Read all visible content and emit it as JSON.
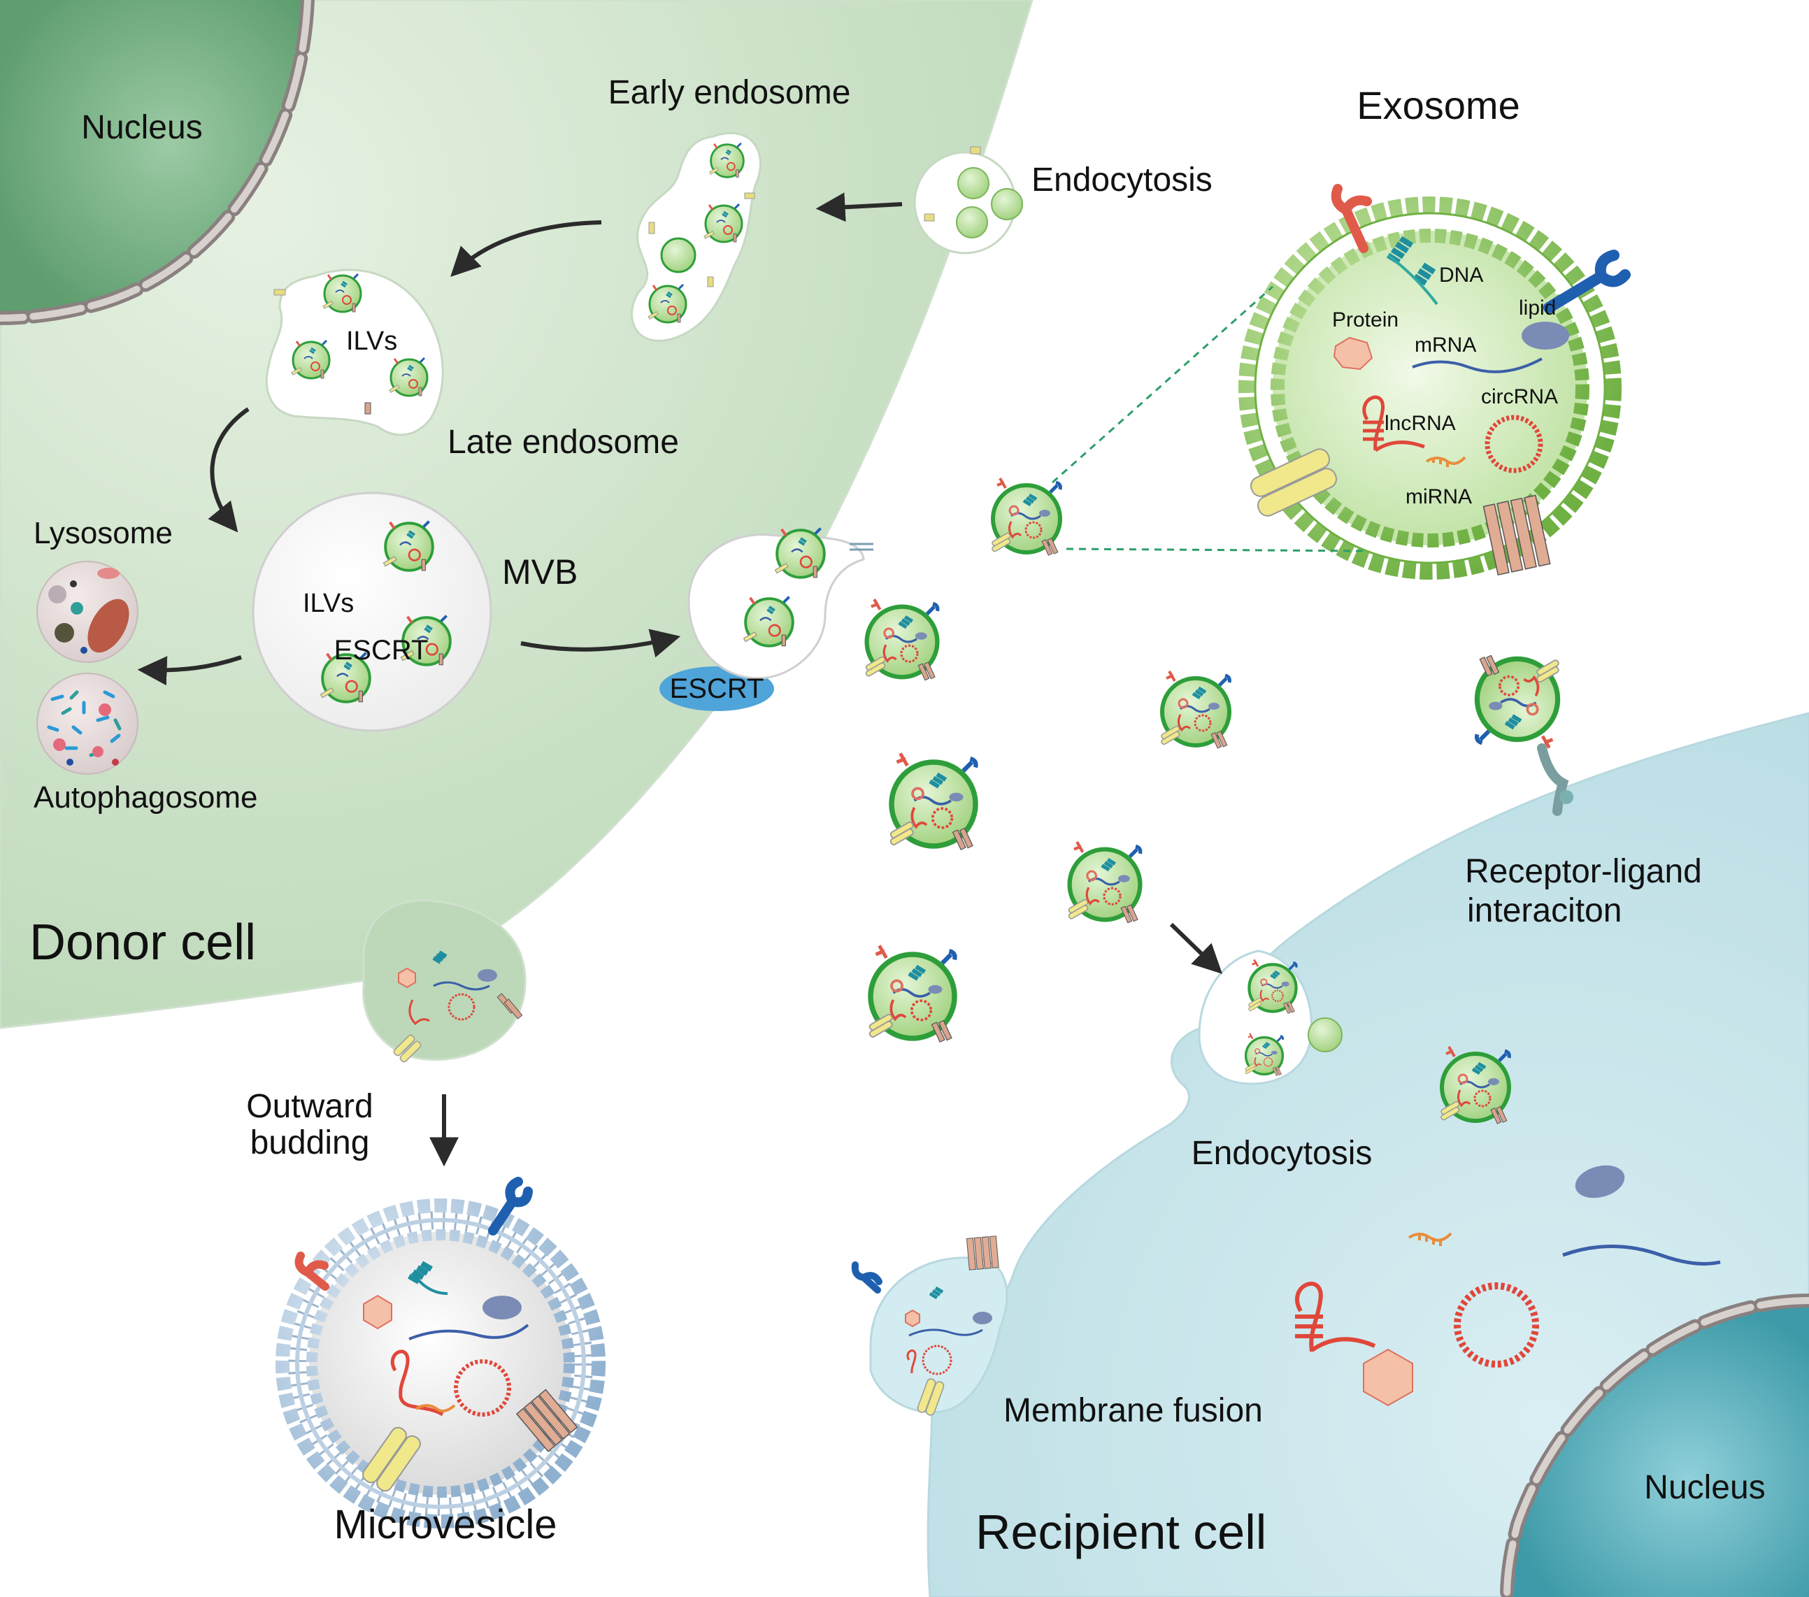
{
  "colors": {
    "donor_cell": "#c8dfc6",
    "recipient_cell": "#c6e3e9",
    "nucleus_donor": "#6aa57a",
    "nucleus_recipient": "#4aa5b3",
    "vesicle_green": "#a8d58a",
    "vesicle_rim": "#2e9e3a",
    "escrt": "#5aa9dc",
    "microvesicle_shell": "#b9cde0",
    "arrow": "#2b2b2b"
  },
  "donor": {
    "title": "Donor cell",
    "nucleus": "Nucleus",
    "early_endosome": "Early endosome",
    "endocytosis": "Endocytosis",
    "late_endosome": "Late endosome",
    "ilvs_late": "ILVs",
    "mvb": "MVB",
    "ilvs_mvb": "ILVs",
    "lysosome": "Lysosome",
    "autophagosome": "Autophagosome",
    "escrt_mvb": "ESCRT",
    "escrt_membrane": "ESCRT",
    "outward_budding": [
      "Outward",
      "budding"
    ],
    "microvesicle": "Microvesicle"
  },
  "exosome": {
    "title": "Exosome",
    "cargo": {
      "dna": "DNA",
      "protein": "Protein",
      "lipid": "lipid",
      "mrna": "mRNA",
      "circrna": "circRNA",
      "lncrna": "lncRNA",
      "mirna": "miRNA"
    }
  },
  "recipient": {
    "title": "Recipient cell",
    "nucleus": "Nucleus",
    "receptor_ligand": [
      "Receptor-ligand",
      "interaciton"
    ],
    "endocytosis": "Endocytosis",
    "membrane_fusion": "Membrane fusion"
  }
}
